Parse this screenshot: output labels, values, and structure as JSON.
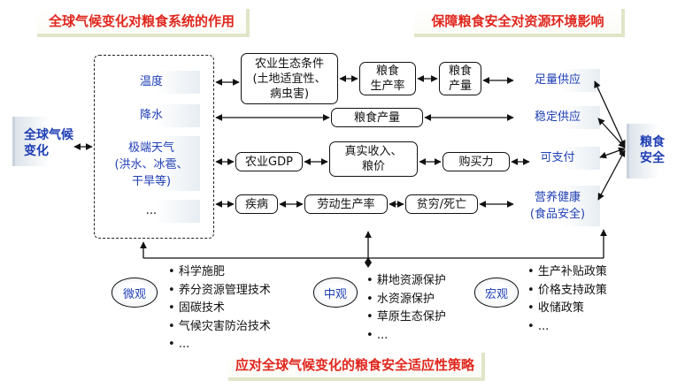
{
  "headers": {
    "left": "全球气候变化对粮食系统的作用",
    "right": "保障粮食安全对资源环境影响",
    "bottom": "应对全球气候变化的粮食安全适应性策略"
  },
  "left_node": "全球气候变化",
  "right_node": "粮食安全",
  "climate_factors": [
    "温度",
    "降水",
    "极端天气",
    "(洪水、冰雹、",
    "干旱等)",
    "..."
  ],
  "middle_boxes": {
    "agri_conditions": [
      "农业生态条件",
      "(土地适宜性、",
      "病虫害)"
    ],
    "grain_productivity": [
      "粮食",
      "生产率"
    ],
    "grain_output": [
      "粮食",
      "产量"
    ],
    "grain_production": "粮食产量",
    "agri_gdp": "农业GDP",
    "real_income": [
      "真实收入、",
      "粮价"
    ],
    "purchasing_power": "购买力",
    "disease": "疾病",
    "labor_productivity": "劳动生产率",
    "poverty": "贫穷/死亡"
  },
  "outcomes": [
    "足量供应",
    "稳定供应",
    "可支付",
    "营养健康",
    "(食品安全)"
  ],
  "strategies": {
    "micro": {
      "label": "微观",
      "items": [
        "科学施肥",
        "养分资源管理技术",
        "固碳技术",
        "气候灾害防治技术",
        "..."
      ]
    },
    "meso": {
      "label": "中观",
      "items": [
        "耕地资源保护",
        "水资源保护",
        "草原生态保护",
        "..."
      ]
    },
    "macro": {
      "label": "宏观",
      "items": [
        "生产补贴政策",
        "价格支持政策",
        "收储政策",
        "..."
      ]
    }
  }
}
